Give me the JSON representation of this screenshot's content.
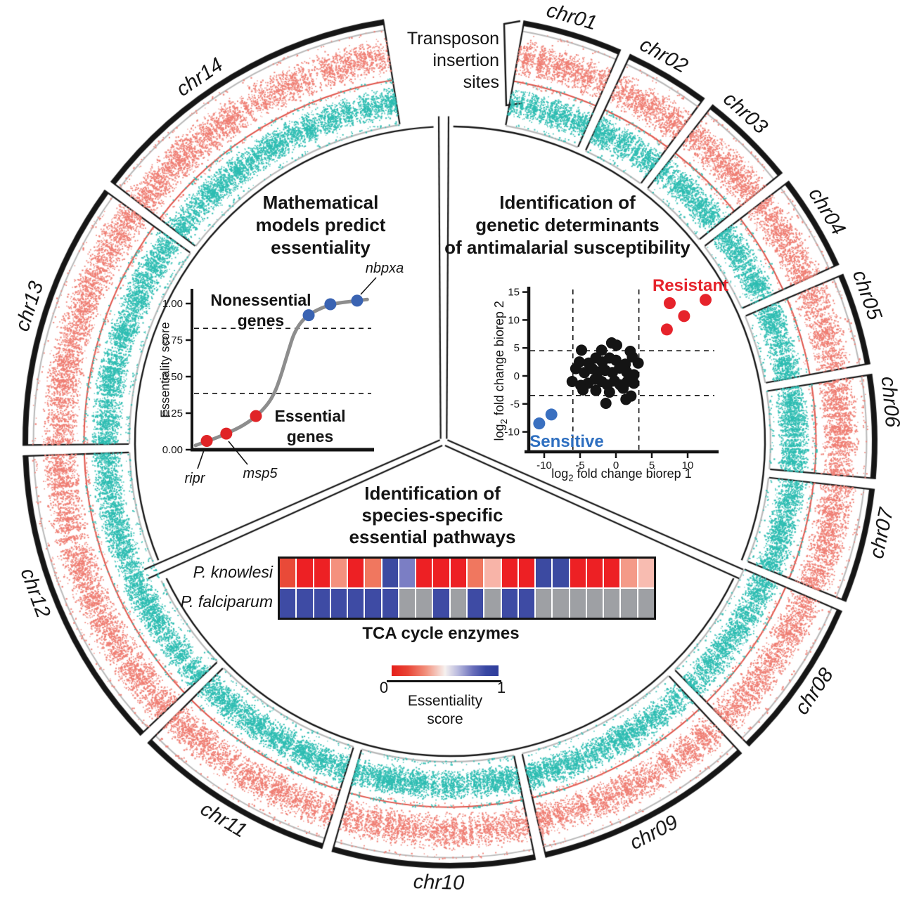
{
  "ring": {
    "annotation": {
      "line1": "Transposon",
      "line2": "insertion",
      "line3": "sites"
    },
    "chromosomes": [
      {
        "label": "chr01",
        "start": 10,
        "end": 23.5,
        "label_angle": 16
      },
      {
        "label": "chr02",
        "start": 25,
        "end": 36.5,
        "label_angle": 29
      },
      {
        "label": "chr03",
        "start": 38,
        "end": 51,
        "label_angle": 42
      },
      {
        "label": "chr04",
        "start": 52.5,
        "end": 65.5,
        "label_angle": 58.6
      },
      {
        "label": "chr05",
        "start": 67,
        "end": 79.5,
        "label_angle": 70.7
      },
      {
        "label": "chr06",
        "start": 81,
        "end": 95,
        "label_angle": 84.9
      },
      {
        "label": "chr07",
        "start": 96.5,
        "end": 112,
        "label_angle": 102
      },
      {
        "label": "chr08",
        "start": 113.5,
        "end": 135.5,
        "label_angle": 124.5
      },
      {
        "label": "chr09",
        "start": 137,
        "end": 167,
        "label_angle": 152.5
      },
      {
        "label": "chr10",
        "start": 168.5,
        "end": 196,
        "label_angle": 181.5
      },
      {
        "label": "chr11",
        "start": 197.5,
        "end": 225,
        "label_angle": 210.8
      },
      {
        "label": "chr12",
        "start": 226.5,
        "end": 268,
        "label_angle": 249.9
      },
      {
        "label": "chr13",
        "start": 269.5,
        "end": 306,
        "label_angle": 287.8
      },
      {
        "label": "chr14",
        "start": 307.5,
        "end": 351,
        "label_angle": 325.5
      }
    ],
    "colors": {
      "outer_arc": "#161616",
      "gray_arc": "#b8b8b8",
      "salmon_track": "#EF7D72",
      "red_line": "#E0544A",
      "teal_track": "#2EBDB2",
      "inner_arc": "#161616"
    }
  },
  "panels": {
    "models": {
      "title_lines": [
        "Mathematical",
        "models predict",
        "essentiality"
      ],
      "nonessential_line1": "Nonessential",
      "nonessential_line2": "genes",
      "essential_line1": "Essential",
      "essential_line2": "genes",
      "ylabel": "Essentiality score",
      "gene_ripr": "ripr",
      "gene_msp5": "msp5",
      "gene_nbpxa": "nbpxa"
    },
    "susceptibility": {
      "title_lines": [
        "Identification of",
        "genetic determinants",
        "of antimalarial susceptibility"
      ],
      "resistant_label": "Resistant",
      "sensitive_label": "Sensitive",
      "xlabel_pre": "log",
      "xlabel_sub": "2",
      "xlabel_post": " fold change biorep 1",
      "ylabel_pre": "log",
      "ylabel_sub": "2",
      "ylabel_post": " fold change biorep 2",
      "resistant_color": "#E6232B",
      "sensitive_color": "#2E6FC0"
    },
    "pathways": {
      "title_lines": [
        "Identification of",
        "species-specific",
        "essential pathways"
      ],
      "caption": "TCA cycle enzymes",
      "scale_min": "0",
      "scale_max": "1",
      "scale_label_line1": "Essentiality",
      "scale_label_line2": "score"
    }
  },
  "chart_data": [
    {
      "type": "line",
      "title": "Mathematical models predict essentiality",
      "xlabel": "",
      "ylabel": "Essentiality score",
      "yticks": [
        0.0,
        0.25,
        0.5,
        0.75,
        1.0
      ],
      "yticklabels": [
        "0.00",
        "0.25",
        "0.50",
        "0.75",
        "1.00"
      ],
      "threshold_lines": [
        0.385,
        0.83
      ],
      "curve_color": "#8D8D8D",
      "curve": [
        [
          0.02,
          0.03
        ],
        [
          0.1,
          0.065
        ],
        [
          0.19,
          0.11
        ],
        [
          0.28,
          0.165
        ],
        [
          0.355,
          0.23
        ],
        [
          0.42,
          0.315
        ],
        [
          0.46,
          0.4
        ],
        [
          0.49,
          0.5
        ],
        [
          0.515,
          0.6
        ],
        [
          0.54,
          0.7
        ],
        [
          0.565,
          0.79
        ],
        [
          0.6,
          0.865
        ],
        [
          0.65,
          0.925
        ],
        [
          0.72,
          0.97
        ],
        [
          0.79,
          0.998
        ],
        [
          0.87,
          1.013
        ],
        [
          0.97,
          1.028
        ]
      ],
      "points": [
        {
          "x": 0.082,
          "y": 0.06,
          "group": "essential",
          "color": "#E02427",
          "label": "ripr"
        },
        {
          "x": 0.19,
          "y": 0.11,
          "group": "essential",
          "color": "#E02427",
          "label": "msp5"
        },
        {
          "x": 0.354,
          "y": 0.23,
          "group": "essential",
          "color": "#E02427",
          "label": ""
        },
        {
          "x": 0.646,
          "y": 0.92,
          "group": "nonessential",
          "color": "#3A63B2",
          "label": ""
        },
        {
          "x": 0.766,
          "y": 0.995,
          "group": "nonessential",
          "color": "#3A63B2",
          "label": ""
        },
        {
          "x": 0.914,
          "y": 1.02,
          "group": "nonessential",
          "color": "#3A63B2",
          "label": "nbpxa"
        }
      ]
    },
    {
      "type": "scatter",
      "title": "Identification of genetic determinants of antimalarial susceptibility",
      "xlabel": "log2 fold change biorep 1",
      "ylabel": "log2 fold change biorep 2",
      "xticks": [
        -10,
        -5,
        0,
        5,
        10
      ],
      "yticks": [
        -10,
        -5,
        0,
        5,
        10,
        15
      ],
      "xlim": [
        -12.5,
        14.5
      ],
      "ylim": [
        -12,
        16.5
      ],
      "threshold_x": [
        -6.0,
        3.2
      ],
      "threshold_y": [
        -3.5,
        4.5
      ],
      "series": [
        {
          "name": "unchanged",
          "color": "#141414",
          "points": [
            [
              -4.8,
              4.6
            ],
            [
              -2.0,
              4.6
            ],
            [
              0.1,
              5.5
            ],
            [
              -0.6,
              5.9
            ],
            [
              -5.1,
              2.5
            ],
            [
              -3.8,
              2.3
            ],
            [
              -2.8,
              3.2
            ],
            [
              -1.9,
              2.5
            ],
            [
              -0.9,
              3.2
            ],
            [
              0.0,
              2.8
            ],
            [
              1.3,
              2.1
            ],
            [
              2.3,
              3.4
            ],
            [
              3.1,
              2.3
            ],
            [
              2.0,
              4.4
            ],
            [
              -5.6,
              1.3
            ],
            [
              -4.4,
              0.6
            ],
            [
              -3.3,
              1.3
            ],
            [
              -2.5,
              0.7
            ],
            [
              -1.5,
              1.0
            ],
            [
              -0.5,
              0.6
            ],
            [
              0.5,
              1.4
            ],
            [
              1.5,
              0.7
            ],
            [
              2.5,
              0.2
            ],
            [
              -6.1,
              -1.0
            ],
            [
              -4.9,
              -1.7
            ],
            [
              -3.9,
              -1.3
            ],
            [
              -2.9,
              -0.6
            ],
            [
              -2.0,
              -1.0
            ],
            [
              -1.2,
              -1.6
            ],
            [
              -0.2,
              -0.9
            ],
            [
              0.6,
              -1.6
            ],
            [
              1.6,
              -1.0
            ],
            [
              2.5,
              -1.3
            ],
            [
              -4.6,
              -2.5
            ],
            [
              -2.8,
              -2.6
            ],
            [
              -0.9,
              -2.9
            ],
            [
              1.0,
              -2.2
            ],
            [
              2.1,
              -3.6
            ],
            [
              -1.4,
              -4.9
            ],
            [
              1.4,
              -4.2
            ]
          ]
        },
        {
          "name": "Resistant",
          "color": "#E6232B",
          "points": [
            [
              7.5,
              13.0
            ],
            [
              12.5,
              13.6
            ],
            [
              9.5,
              10.7
            ],
            [
              7.1,
              8.3
            ]
          ]
        },
        {
          "name": "Sensitive",
          "color": "#3A70C0",
          "points": [
            [
              -10.7,
              -8.5
            ],
            [
              -9.0,
              -6.9
            ]
          ]
        }
      ]
    },
    {
      "type": "heatmap",
      "title": "TCA cycle enzymes",
      "colorscale": {
        "min": 0,
        "max": 1,
        "label": "Essentiality score"
      },
      "columns": 22,
      "series": [
        {
          "name": "P. knowlesi",
          "colors": [
            "#E94A38",
            "#ED2024",
            "#ED2024",
            "#F4917E",
            "#ED2024",
            "#F0775F",
            "#3C4AA1",
            "#7B7EC4",
            "#ED2024",
            "#ED2024",
            "#ED2024",
            "#F0775F",
            "#F8B4A8",
            "#ED2024",
            "#ED2024",
            "#3C4AA1",
            "#3C4AA1",
            "#ED2024",
            "#ED2024",
            "#ED2024",
            "#F49A88",
            "#F8BCB1"
          ],
          "values": [
            0.12,
            0.03,
            0.03,
            0.25,
            0.03,
            0.2,
            0.92,
            0.72,
            0.03,
            0.03,
            0.03,
            0.2,
            0.3,
            0.03,
            0.03,
            0.92,
            0.92,
            0.03,
            0.03,
            0.03,
            0.26,
            0.32
          ]
        },
        {
          "name": "P. falciparum",
          "colors": [
            "#3E4BA4",
            "#3E4BA4",
            "#3E4BA4",
            "#3E4BA4",
            "#3E4BA4",
            "#3E4BA4",
            "#3E4BA4",
            "#9EA0A4",
            "#9EA0A4",
            "#3E4BA4",
            "#9EA0A4",
            "#3E4BA4",
            "#9EA0A4",
            "#3E4BA4",
            "#3E4BA4",
            "#9EA0A4",
            "#9EA0A4",
            "#9EA0A4",
            "#9EA0A4",
            "#9EA0A4",
            "#9EA0A4",
            "#9EA0A4"
          ],
          "values": [
            0.95,
            0.95,
            0.95,
            0.95,
            0.95,
            0.95,
            0.95,
            null,
            null,
            0.95,
            null,
            0.95,
            null,
            0.95,
            0.95,
            null,
            null,
            null,
            null,
            null,
            null,
            null
          ]
        }
      ]
    }
  ]
}
